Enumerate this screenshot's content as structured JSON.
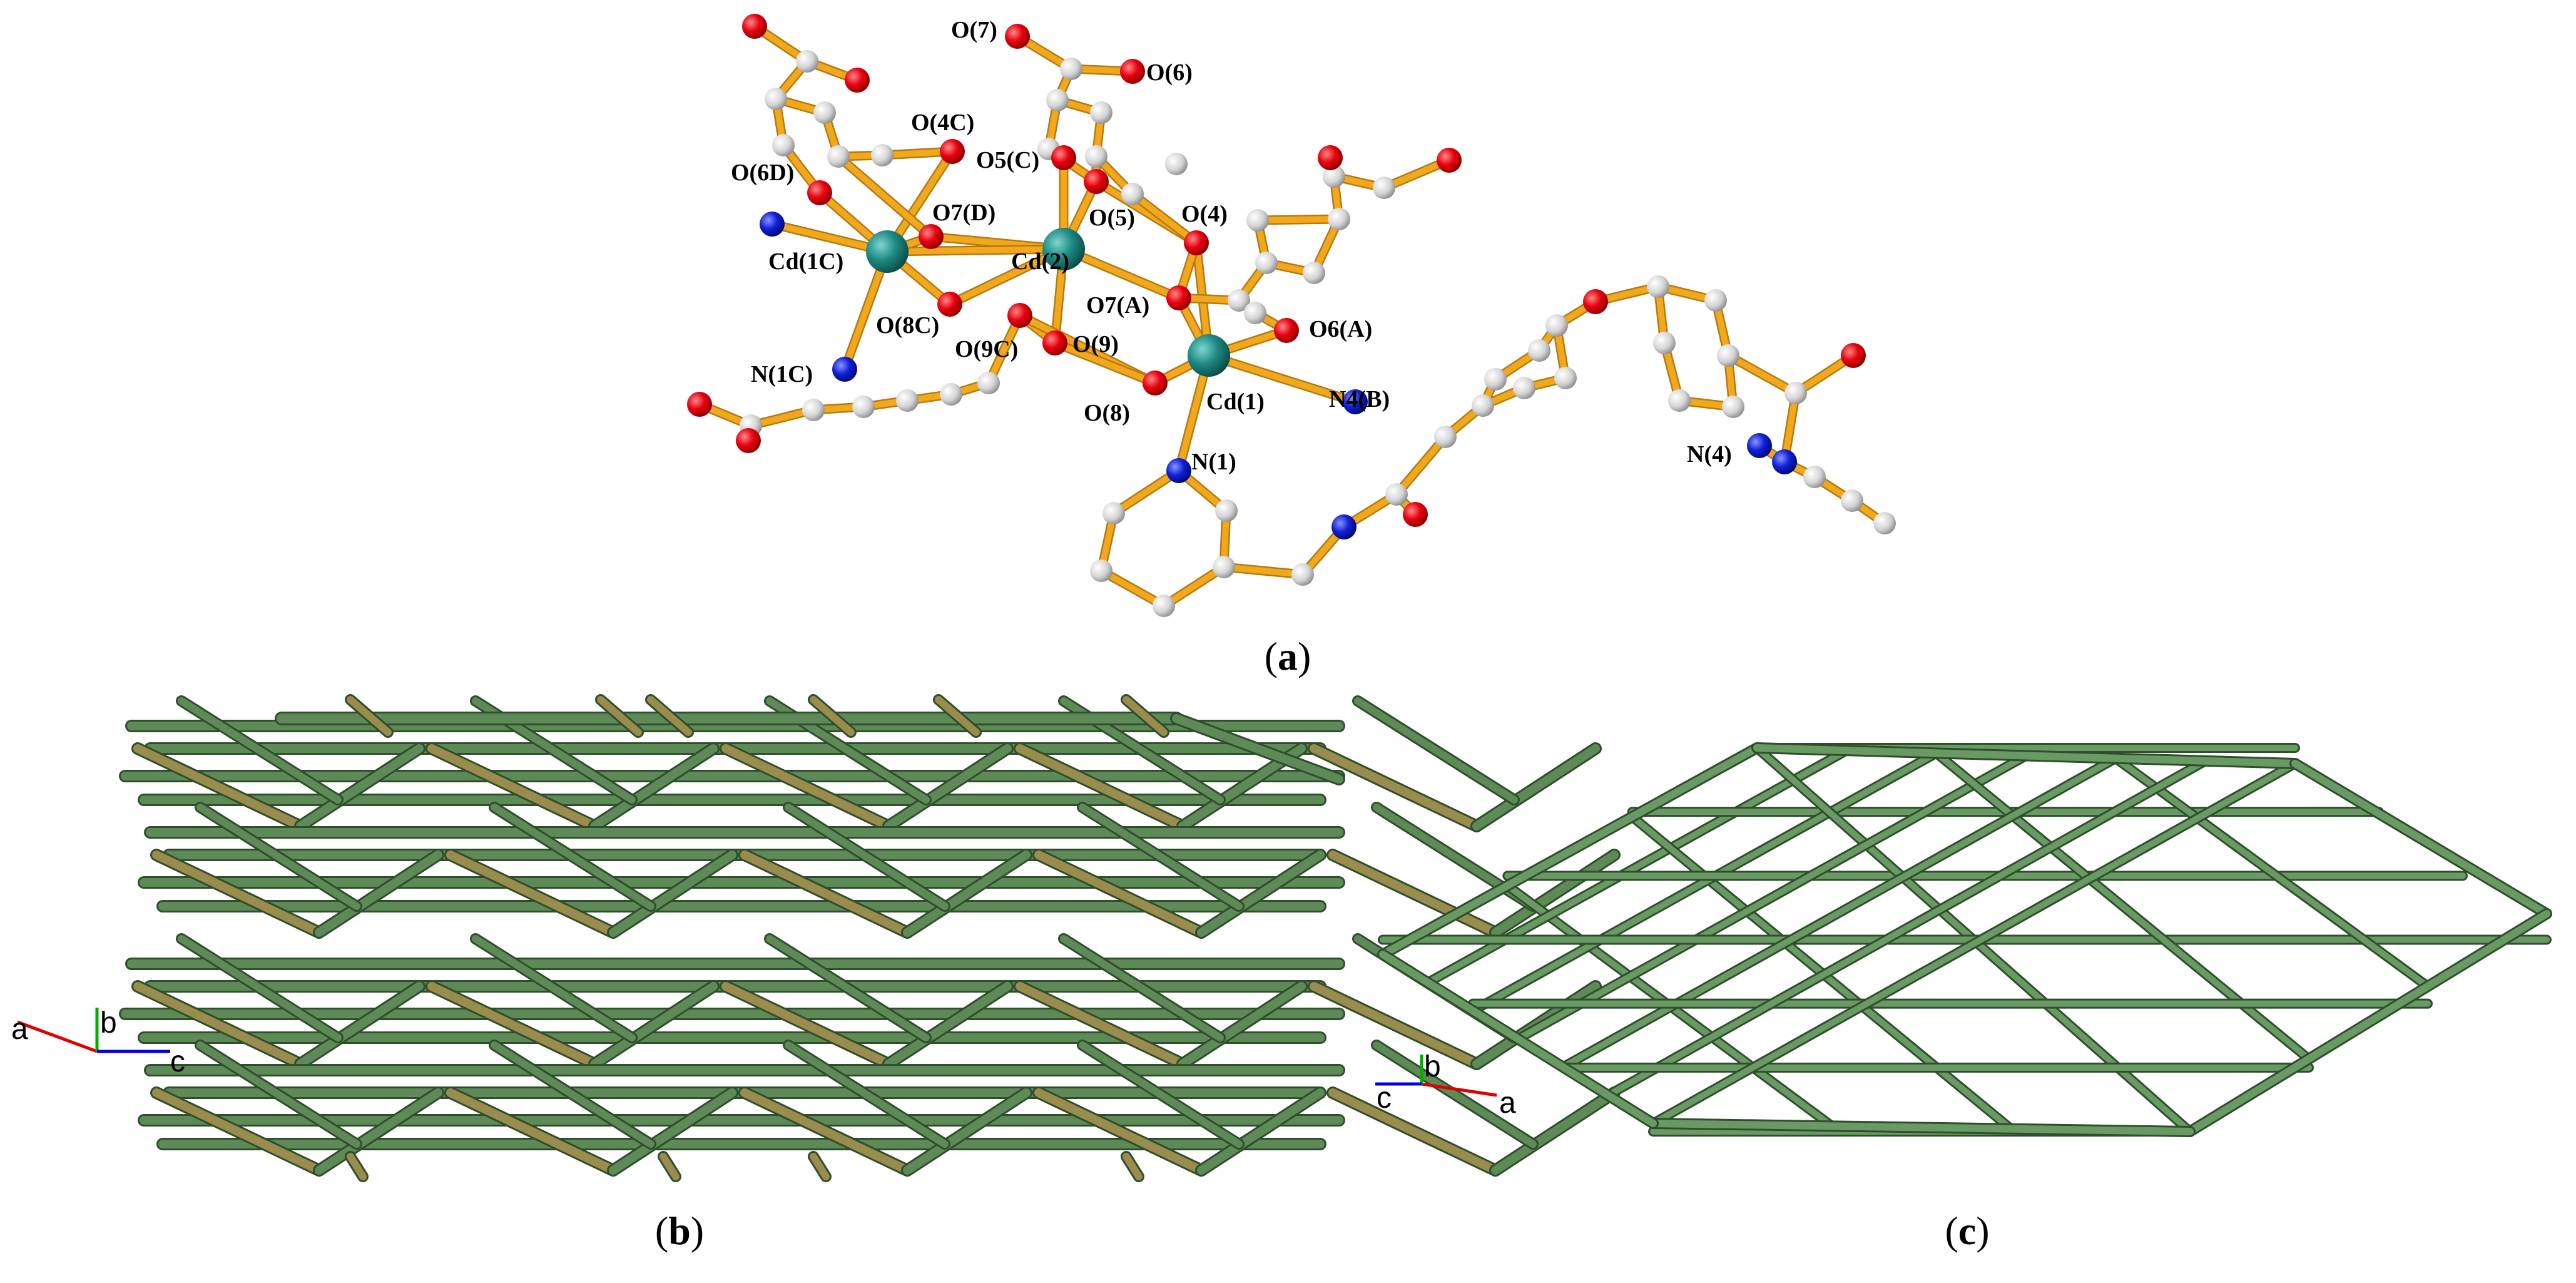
{
  "panel_a": {
    "caption": {
      "open": "(",
      "letter": "a",
      "close": ")"
    },
    "atom_labels": [
      "O(7)",
      "O(6)",
      "O(4C)",
      "O(6D)",
      "O5(C)",
      "O(5)",
      "O(4)",
      "O7(D)",
      "Cd(2)",
      "Cd(1C)",
      "O7(A)",
      "O6(A)",
      "O(8C)",
      "O(9C)",
      "O(9)",
      "N(1C)",
      "O(8)",
      "Cd(1)",
      "N4(B)",
      "N(1)",
      "N(4)"
    ]
  },
  "panel_b": {
    "caption": {
      "open": "(",
      "letter": "b",
      "close": ")"
    },
    "axes": {
      "a": "a",
      "b": "b",
      "c": "c"
    }
  },
  "panel_c": {
    "caption": {
      "open": "(",
      "letter": "c",
      "close": ")"
    },
    "axes": {
      "a": "a",
      "b": "b",
      "c": "c"
    }
  },
  "colors": {
    "cadmium": "#1f8a84",
    "oxygen": "#e8000e",
    "nitrogen": "#1020d8",
    "carbon": "#d8d8d8",
    "bond": "#f2a81c",
    "network_rod": "#5e8a58",
    "network_rod_shade": "#9a8c4c",
    "axis_a": "#e00000",
    "axis_b": "#00b000",
    "axis_c": "#0000e0"
  }
}
